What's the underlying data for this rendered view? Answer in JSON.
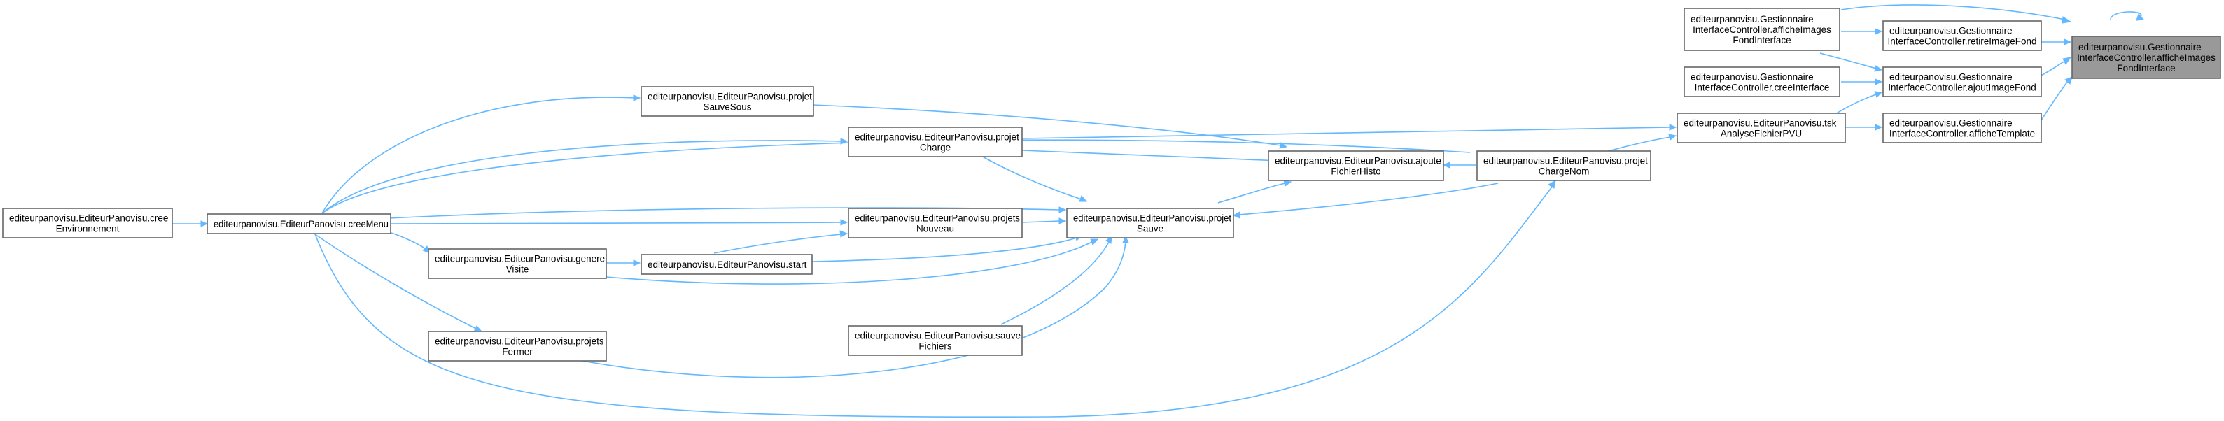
{
  "nodes": {
    "afficheImagesFondInterface_target": {
      "lines": [
        "editeurpanovisu.Gestionnaire",
        "InterfaceController.afficheImages",
        "FondInterface"
      ]
    },
    "afficheImagesFondInterface": {
      "lines": [
        "editeurpanovisu.Gestionnaire",
        "InterfaceController.afficheImages",
        "FondInterface"
      ]
    },
    "retireImageFond": {
      "lines": [
        "editeurpanovisu.Gestionnaire",
        "InterfaceController.retireImageFond"
      ]
    },
    "creeInterface": {
      "lines": [
        "editeurpanovisu.Gestionnaire",
        "InterfaceController.creeInterface"
      ]
    },
    "ajoutImageFond": {
      "lines": [
        "editeurpanovisu.Gestionnaire",
        "InterfaceController.ajoutImageFond"
      ]
    },
    "tskAnalyseFichierPVU": {
      "lines": [
        "editeurpanovisu.EditeurPanovisu.tsk",
        "AnalyseFichierPVU"
      ]
    },
    "afficheTemplate": {
      "lines": [
        "editeurpanovisu.Gestionnaire",
        "InterfaceController.afficheTemplate"
      ]
    },
    "projetSauveSous": {
      "lines": [
        "editeurpanovisu.EditeurPanovisu.projet",
        "SauveSous"
      ]
    },
    "projetCharge": {
      "lines": [
        "editeurpanovisu.EditeurPanovisu.projet",
        "Charge"
      ]
    },
    "ajouteFichierHisto": {
      "lines": [
        "editeurpanovisu.EditeurPanovisu.ajoute",
        "FichierHisto"
      ]
    },
    "projetChargeNom": {
      "lines": [
        "editeurpanovisu.EditeurPanovisu.projet",
        "ChargeNom"
      ]
    },
    "creeEnvironnement": {
      "lines": [
        "editeurpanovisu.EditeurPanovisu.cree",
        "Environnement"
      ]
    },
    "creeMenu": {
      "lines": [
        "editeurpanovisu.EditeurPanovisu.creeMenu"
      ]
    },
    "projetsNouveau": {
      "lines": [
        "editeurpanovisu.EditeurPanovisu.projets",
        "Nouveau"
      ]
    },
    "projetSauve": {
      "lines": [
        "editeurpanovisu.EditeurPanovisu.projet",
        "Sauve"
      ]
    },
    "genereVisite": {
      "lines": [
        "editeurpanovisu.EditeurPanovisu.genere",
        "Visite"
      ]
    },
    "start": {
      "lines": [
        "editeurpanovisu.EditeurPanovisu.start"
      ]
    },
    "sauveFichiers": {
      "lines": [
        "editeurpanovisu.EditeurPanovisu.sauve",
        "Fichiers"
      ]
    },
    "projetsFermer": {
      "lines": [
        "editeurpanovisu.EditeurPanovisu.projets",
        "Fermer"
      ]
    }
  },
  "colors": {
    "edge": "#63b8ff",
    "node_border": "#666666",
    "highlight_fill": "#999999"
  }
}
